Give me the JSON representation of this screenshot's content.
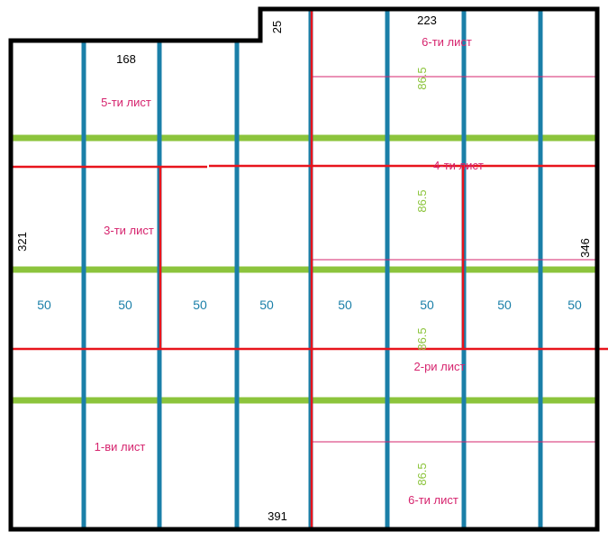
{
  "colors": {
    "outline": "#000000",
    "joist": "#1a7fa8",
    "furring": "#8cc43c",
    "sheet_edge": "#e8141c",
    "sheet_guide": "#d6246e",
    "sheet_label": "#d6246e",
    "spacing_label": "#1a7fa8",
    "furring_label": "#8cc43c",
    "dimension_label": "#000000"
  },
  "dimensions": {
    "top_left_width": "168",
    "notch_width": "25",
    "top_right_width": "223",
    "left_height": "321",
    "right_height": "346",
    "bottom_width": "391"
  },
  "joist_spacing_labels": [
    "50",
    "50",
    "50",
    "50",
    "50",
    "50",
    "50",
    "50"
  ],
  "furring_spacing_labels": [
    "86.5",
    "86.5",
    "86.5",
    "86.5"
  ],
  "sheet_labels": {
    "sheet_6_top": "6-ти лист",
    "sheet_5": "5-ти лист",
    "sheet_4": "4-ти лист",
    "sheet_3": "3-ти лист",
    "sheet_2": "2-ри лист",
    "sheet_1": "1-ви лист",
    "sheet_6_bottom": "6-ти лист"
  }
}
